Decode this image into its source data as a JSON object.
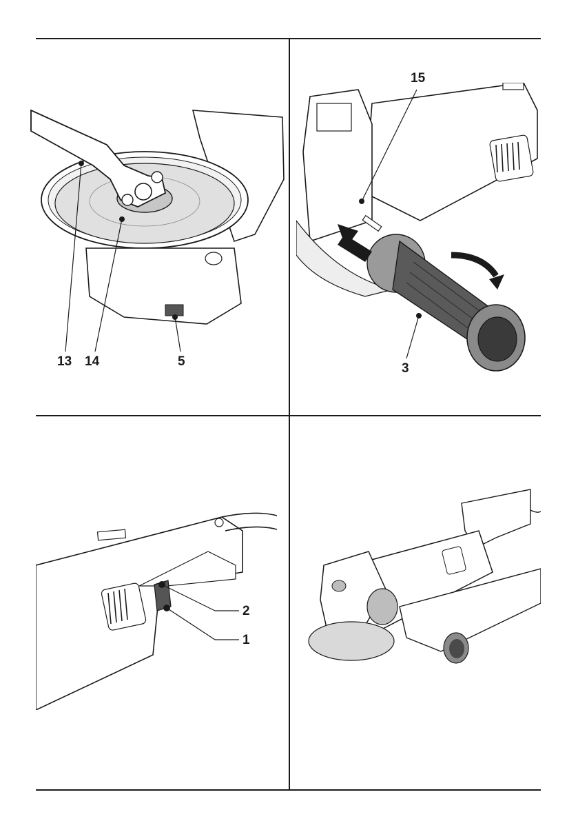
{
  "figures": [
    {
      "id": "fig-a",
      "content": "Grinder with flange wrench and disc",
      "callouts": [
        "13",
        "14",
        "5"
      ]
    },
    {
      "id": "fig-b",
      "content": "Side handle being screwed into grinder",
      "callouts": [
        "15",
        "3"
      ]
    },
    {
      "id": "fig-c",
      "content": "Rear handle with trigger switch",
      "callouts": [
        "2",
        "1"
      ]
    },
    {
      "id": "fig-d",
      "content": "Grinder held with both hands",
      "callouts": []
    }
  ],
  "colors": {
    "line": "#1a1a1a",
    "grip": "#5a5a5a",
    "disc": "#d9d9d9",
    "shade": "#bdbdbd"
  }
}
